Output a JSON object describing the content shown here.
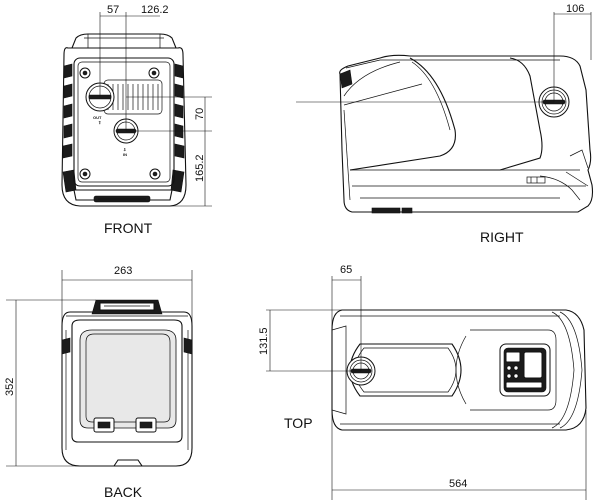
{
  "views": {
    "front": {
      "label": "FRONT",
      "dim_top_left": "57",
      "dim_top_right": "126.2",
      "dim_side_upper": "70",
      "dim_side_lower": "165.2",
      "port_label_out": "OUT",
      "port_label_in": "IN"
    },
    "right": {
      "label": "RIGHT",
      "dim_top": "106"
    },
    "back": {
      "label": "BACK",
      "dim_width": "263",
      "dim_height": "352"
    },
    "top": {
      "label": "TOP",
      "dim_top": "65",
      "dim_side": "131.5",
      "dim_width": "564"
    }
  }
}
